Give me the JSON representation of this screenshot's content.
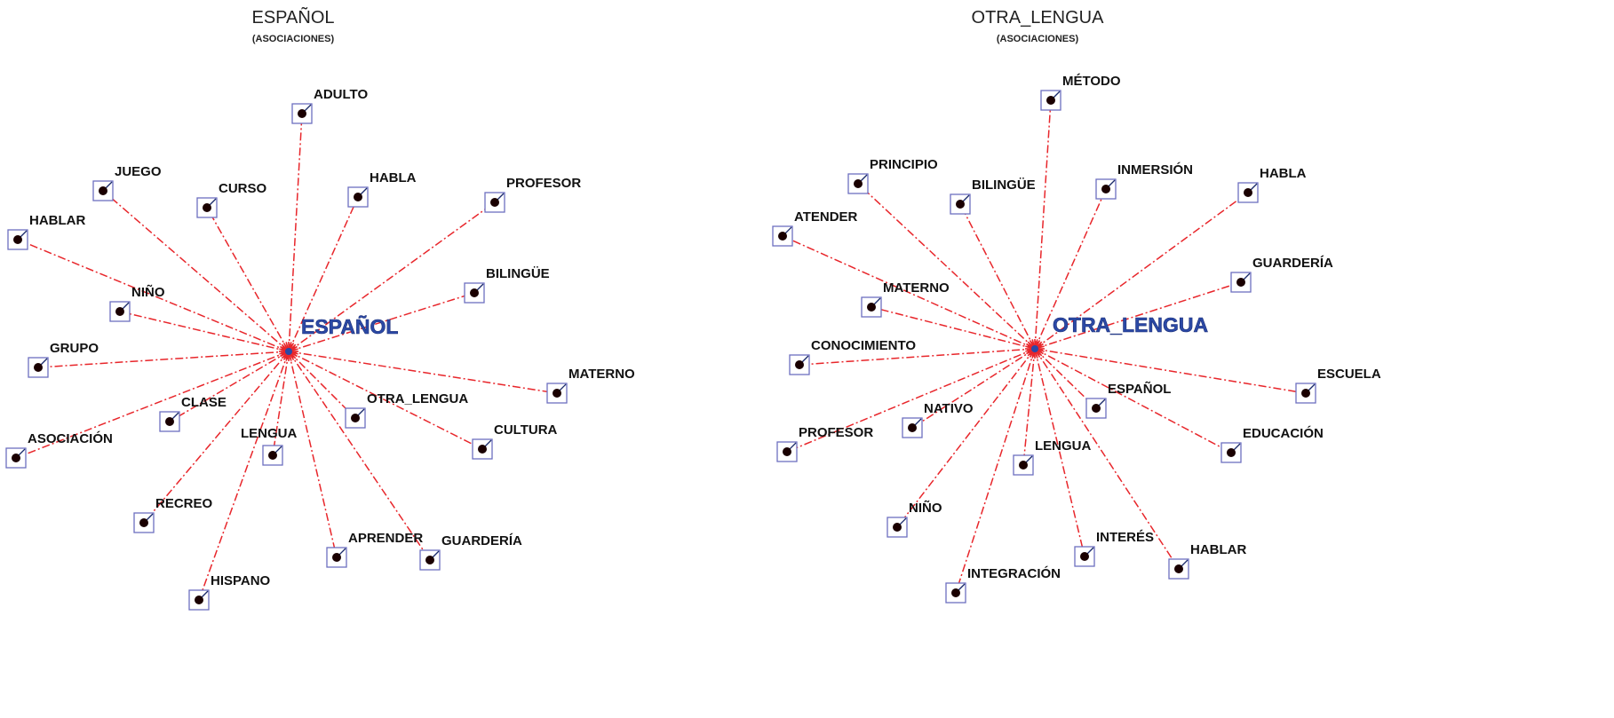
{
  "diagrams": [
    {
      "title": "ESPAÑOL",
      "subtitle": "(ASOCIACIONES)",
      "center": "ESPAÑOL",
      "nodes": [
        "ADULTO",
        "JUEGO",
        "CURSO",
        "HABLA",
        "PROFESOR",
        "HABLAR",
        "BILINGÜE",
        "NIÑO",
        "GRUPO",
        "MATERNO",
        "CLASE",
        "OTRA_LENGUA",
        "LENGUA",
        "CULTURA",
        "ASOCIACIÓN",
        "RECREO",
        "APRENDER",
        "GUARDERÍA",
        "HISPANO"
      ]
    },
    {
      "title": "OTRA_LENGUA",
      "subtitle": "(ASOCIACIONES)",
      "center": "OTRA_LENGUA",
      "nodes": [
        "MÉTODO",
        "PRINCIPIO",
        "BILINGÜE",
        "INMERSIÓN",
        "HABLA",
        "ATENDER",
        "GUARDERÍA",
        "MATERNO",
        "CONOCIMIENTO",
        "ESCUELA",
        "ESPAÑOL",
        "NATIVO",
        "EDUCACIÓN",
        "PROFESOR",
        "LENGUA",
        "NIÑO",
        "INTERÉS",
        "HABLAR",
        "INTEGRACIÓN"
      ]
    }
  ],
  "colors": {
    "edge": "#e8262b",
    "center_label": "#2b49a6",
    "node_box": "#6d6fc0"
  }
}
